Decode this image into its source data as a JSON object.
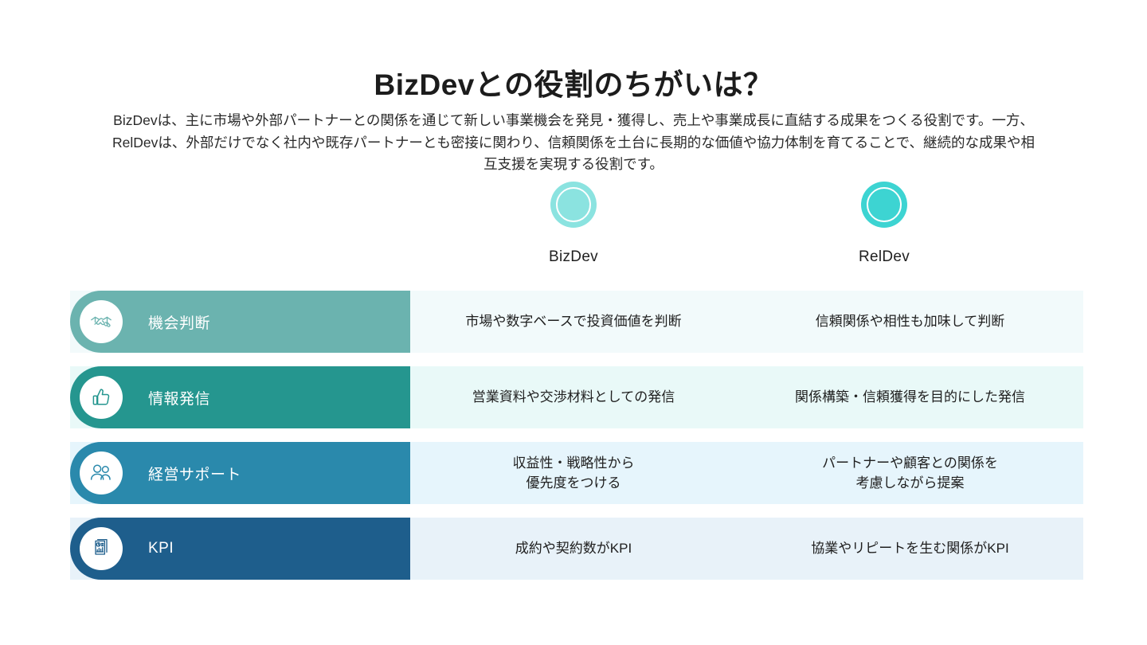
{
  "title": "BizDevとの役割のちがいは？",
  "lead": "BizDevは、主に市場や外部パートナーとの関係を通じて新しい事業機会を発見・獲得し、売上や事業成長に直結する成果をつくる役割です。一方、RelDevは、外部だけでなく社内や既存パートナーとも密接に関わり、信頼関係を土台に長期的な価値や協力体制を育てることで、継続的な成果や相互支援を実現する役割です。",
  "columns": [
    {
      "id": "bizdev",
      "label": "BizDev",
      "dot_color": "#8BE3E0"
    },
    {
      "id": "reldev",
      "label": "RelDev",
      "dot_color": "#3DD4D2"
    }
  ],
  "rows": [
    {
      "label": "機会判断",
      "icon": "handshake-icon",
      "pill_color": "#6BB3AF",
      "band_color": "#F2FAFB",
      "bizdev": "市場や数字ベースで投資価値を判断",
      "reldev": "信頼関係や相性も加味して判断"
    },
    {
      "label": "情報発信",
      "icon": "thumbs-up-icon",
      "pill_color": "#25968F",
      "band_color": "#E9F9F8",
      "bizdev": "営業資料や交渉材料としての発信",
      "reldev": "関係構築・信頼獲得を目的にした発信"
    },
    {
      "label": "経営サポート",
      "icon": "people-icon",
      "pill_color": "#2A89AC",
      "band_color": "#E6F5FC",
      "bizdev": "収益性・戦略性から\n優先度をつける",
      "reldev": "パートナーや顧客との関係を\n考慮しながら提案"
    },
    {
      "label": "KPI",
      "icon": "report-chart-icon",
      "pill_color": "#1E5E8C",
      "band_color": "#E8F2F9",
      "bizdev": "成約や契約数がKPI",
      "reldev": "協業やリピートを生む関係がKPI"
    }
  ]
}
